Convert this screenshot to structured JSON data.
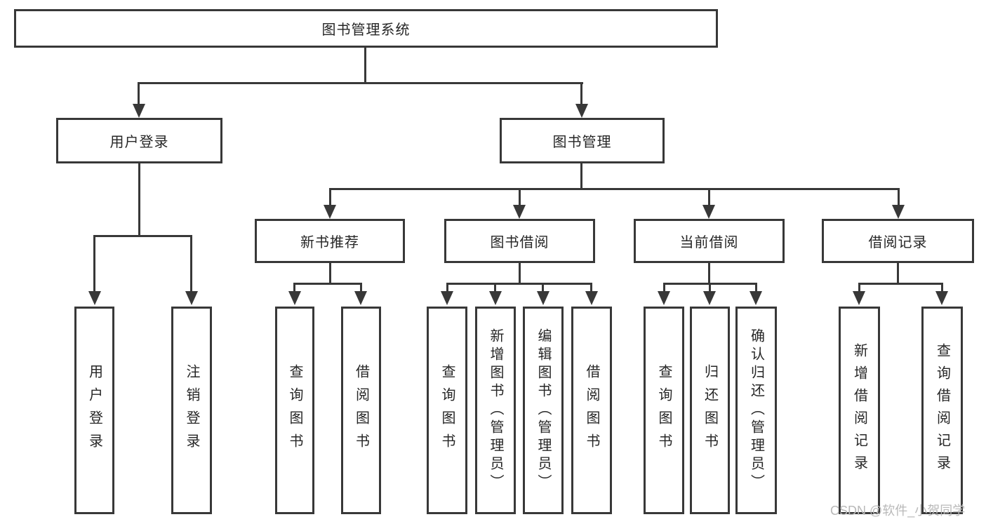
{
  "tree": {
    "root": {
      "label": "图书管理系统"
    },
    "branches": [
      {
        "label": "用户登录",
        "children": [
          "用户登录",
          "注销登录"
        ]
      },
      {
        "label": "图书管理",
        "children": [
          {
            "label": "新书推荐",
            "children": [
              "查询图书",
              "借阅图书"
            ]
          },
          {
            "label": "图书借阅",
            "children": [
              "查询图书",
              "新增图书（管理员）",
              "编辑图书（管理员）",
              "借阅图书"
            ]
          },
          {
            "label": "当前借阅",
            "children": [
              "查询图书",
              "归还图书",
              "确认归还（管理员）"
            ]
          },
          {
            "label": "借阅记录",
            "children": [
              "新增借阅记录",
              "查询借阅记录"
            ]
          }
        ]
      }
    ]
  },
  "watermark": {
    "text": "CSDN @软件_小贺同学"
  },
  "colors": {
    "line": "#383838",
    "border": "#383838",
    "text": "#262626",
    "background": "#ffffff",
    "watermark": "#b9b9b9"
  }
}
